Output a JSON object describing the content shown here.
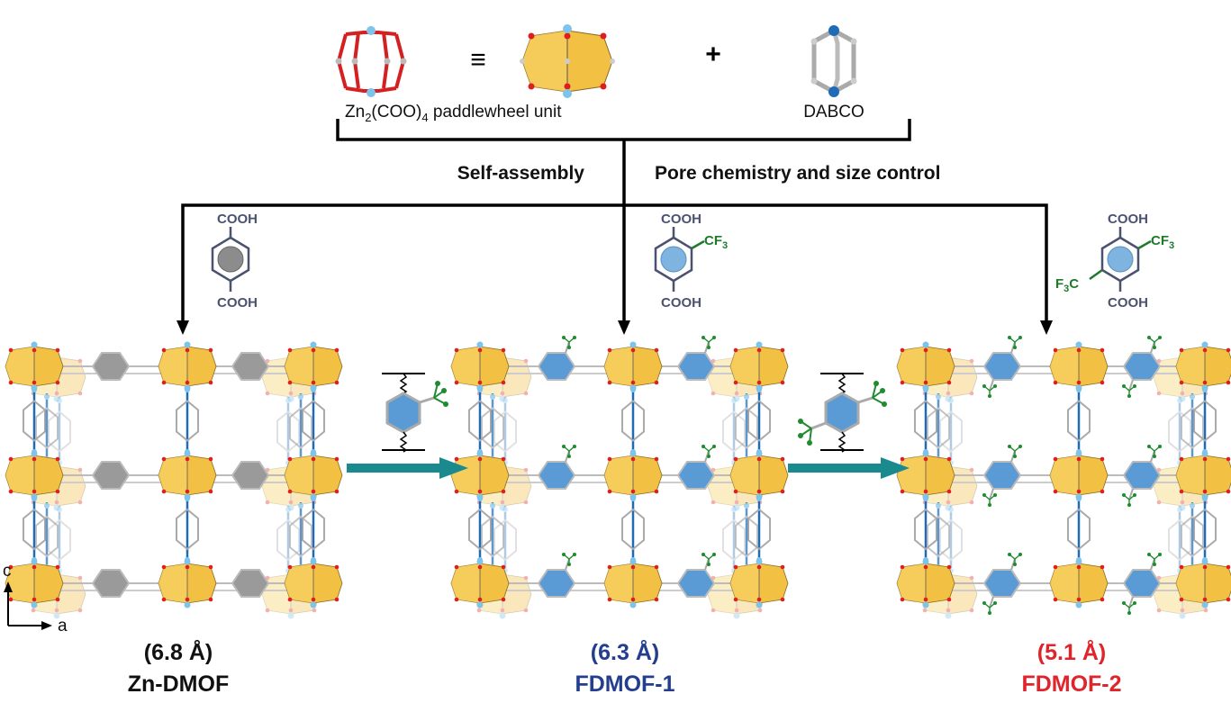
{
  "top": {
    "paddlewheel_label_main": "Zn",
    "paddlewheel_label_sub1": "2",
    "paddlewheel_label_mid": "(COO)",
    "paddlewheel_label_sub2": "4",
    "paddlewheel_label_tail": " paddlewheel unit",
    "equiv_symbol": "≡",
    "plus_symbol": "+",
    "dabco_label": "DABCO"
  },
  "steps": {
    "left": "Self-assembly",
    "right": "Pore chemistry and size control"
  },
  "linkers": [
    {
      "name": "terephthalic-acid",
      "top": "COOH",
      "bottom": "COOH",
      "ring_color": "#8c8c8c",
      "substituents": []
    },
    {
      "name": "cf3-terephthalic-acid",
      "top": "COOH",
      "bottom": "COOH",
      "ring_color": "#7fb3e0",
      "substituents": [
        "CF3"
      ]
    },
    {
      "name": "bis-cf3-terephthalic-acid",
      "top": "COOH",
      "bottom": "COOH",
      "ring_color": "#7fb3e0",
      "substituents": [
        "CF3",
        "F3C"
      ]
    }
  ],
  "frameworks": [
    {
      "pore": "(6.8 Å)",
      "name": "Zn-DMOF",
      "color": "#111111",
      "linker_color": "#9a9a9a",
      "cf3_per_linker": 0
    },
    {
      "pore": "(6.3 Å)",
      "name": "FDMOF-1",
      "color": "#233e8f",
      "linker_color": "#5b9bd5",
      "cf3_per_linker": 1
    },
    {
      "pore": "(5.1 Å)",
      "name": "FDMOF-2",
      "color": "#e0242b",
      "linker_color": "#5b9bd5",
      "cf3_per_linker": 2
    }
  ],
  "axes": {
    "vertical": "c",
    "horizontal": "a"
  },
  "colors": {
    "paddlewheel": "#f2c043",
    "oxygen": "#e01e1e",
    "zinc": "#7ec3ea",
    "nitrogen": "#1f6bb5",
    "fluorine": "#1e8c2e",
    "arrow_teal": "#1a8a8f",
    "chem_text": "#4a5270",
    "cf3_text": "#1d7a2a"
  }
}
